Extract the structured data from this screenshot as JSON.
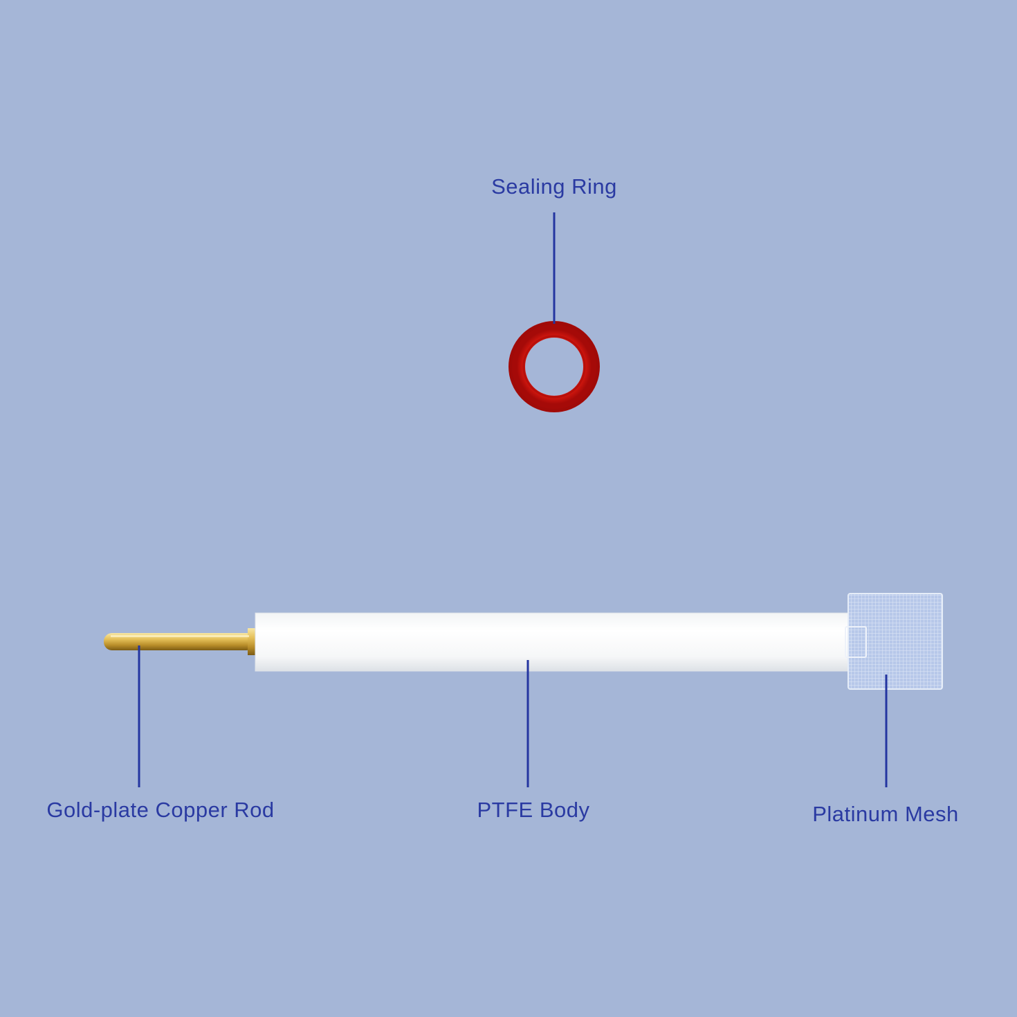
{
  "diagram": {
    "background_color": "#a5b6d7",
    "label_color": "#2a3aa2",
    "leader_color": "#2435a0",
    "parts": {
      "sealing_ring": {
        "label": "Sealing Ring",
        "color": "#d0130f"
      },
      "rod": {
        "label": "Gold-plate Copper Rod",
        "color": "#e6c15a"
      },
      "body": {
        "label": "PTFE Body",
        "color": "#ffffff"
      },
      "mesh": {
        "label": "Platinum Mesh",
        "color": "#bfd0ee"
      }
    }
  }
}
